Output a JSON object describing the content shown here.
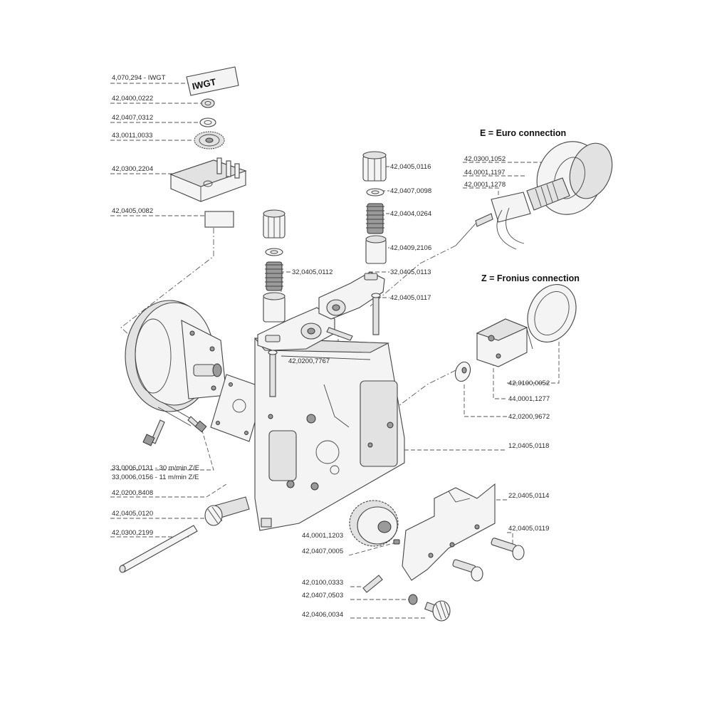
{
  "labels": {
    "iwgt": "4,070,294 - IWGT",
    "p0222": "42,0400,0222",
    "p0312": "42,0407,0312",
    "p0033": "43,0011,0033",
    "p2204": "42,0300,2204",
    "p0082": "42,0405,0082",
    "p0116": "42,0405,0116",
    "p0098": "42,0407,0098",
    "p0264": "42,0404,0264",
    "p2106": "42,0409,2106",
    "p0112": "32,0405,0112",
    "p0113": "32,0405,0113",
    "p0117": "42,0405,0117",
    "p7767": "42,0200,7767",
    "p1052": "42,0300,1052",
    "p1197": "44,0001,1197",
    "p1278": "42,0001,1278",
    "p0052": "42,0100,0052",
    "p1277": "44,0001,1277",
    "p9672": "42,0200,9672",
    "p0118": "12,0405,0118",
    "p0114": "22,0405,0114",
    "p0119": "42,0405,0119",
    "p0131": "33,0006,0131 - 30 m/min Z/E",
    "p0156": "33,0006,0156 - 11 m/min Z/E",
    "p8408": "42,0200,8408",
    "p0120": "42,0405,0120",
    "p2199": "42,0300,2199",
    "p1203": "44,0001,1203",
    "p0005": "42,0407,0005",
    "p0333": "42,0100,0333",
    "p0503": "42,0407,0503",
    "p0034": "42,0406,0034"
  },
  "headings": {
    "euro": "E = Euro connection",
    "fronius": "Z = Fronius connection"
  },
  "plate_tag": "IWGT"
}
